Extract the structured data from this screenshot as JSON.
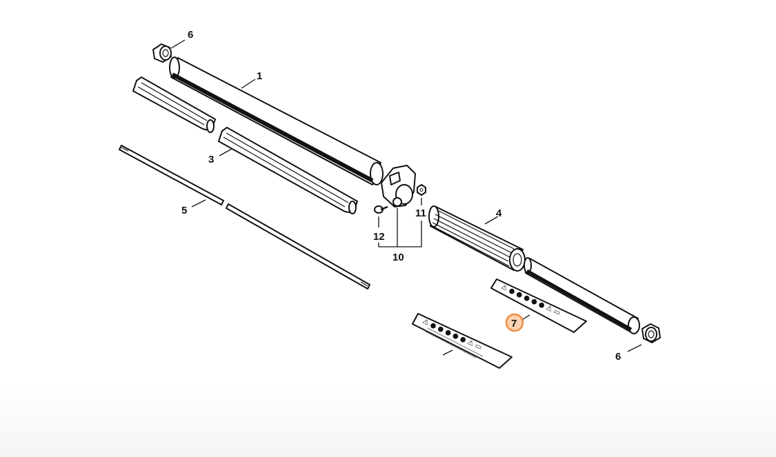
{
  "diagram": {
    "type": "exploded parts diagram",
    "callouts": {
      "c1": "1",
      "c3": "3",
      "c4": "4",
      "c5": "5",
      "c6_top": "6",
      "c6_bottom": "6",
      "c7": "7",
      "c10": "10",
      "c11": "11",
      "c12": "12"
    },
    "highlight_color": "#f08a3c"
  }
}
